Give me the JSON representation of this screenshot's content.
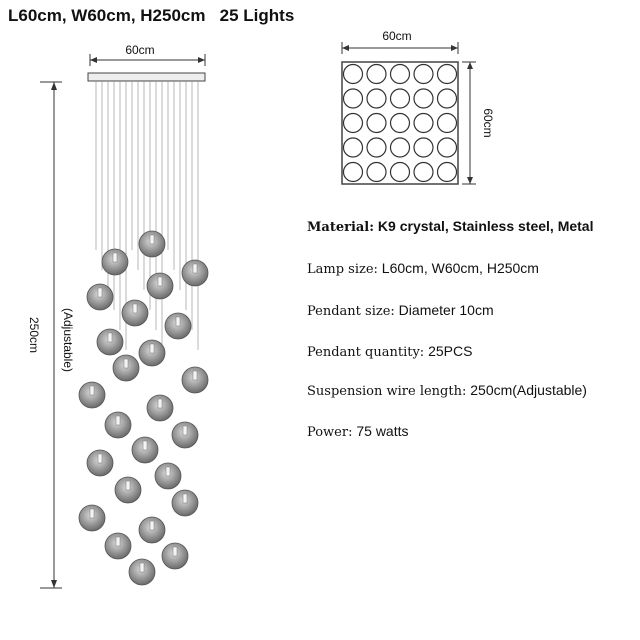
{
  "header": {
    "title": "L60cm, W60cm, H250cm   25 Lights"
  },
  "elevation": {
    "width_label": "60cm",
    "height_label": "250cm",
    "adjustable_label": "(Adjustable)"
  },
  "plan": {
    "width_label": "60cm",
    "depth_label": "60cm",
    "grid_rows": 5,
    "grid_cols": 5
  },
  "specs": [
    {
      "label": "Material:",
      "value": " K9 crystal, Stainless steel, Metal"
    },
    {
      "label": "Lamp size:",
      "value": " L60cm, W60cm, H250cm"
    },
    {
      "label": "Pendant size:",
      "value": " Diameter 10cm"
    },
    {
      "label": "Pendant quantity:",
      "value": " 25PCS"
    },
    {
      "label": "Suspension wire length:",
      "value": " 250cm(Adjustable)"
    },
    {
      "label": "Power:",
      "value": " 75 watts"
    }
  ],
  "pendant_count": 25,
  "colors": {
    "line": "#555555",
    "ball_fill": "#9a9a9a",
    "text": "#111111"
  }
}
